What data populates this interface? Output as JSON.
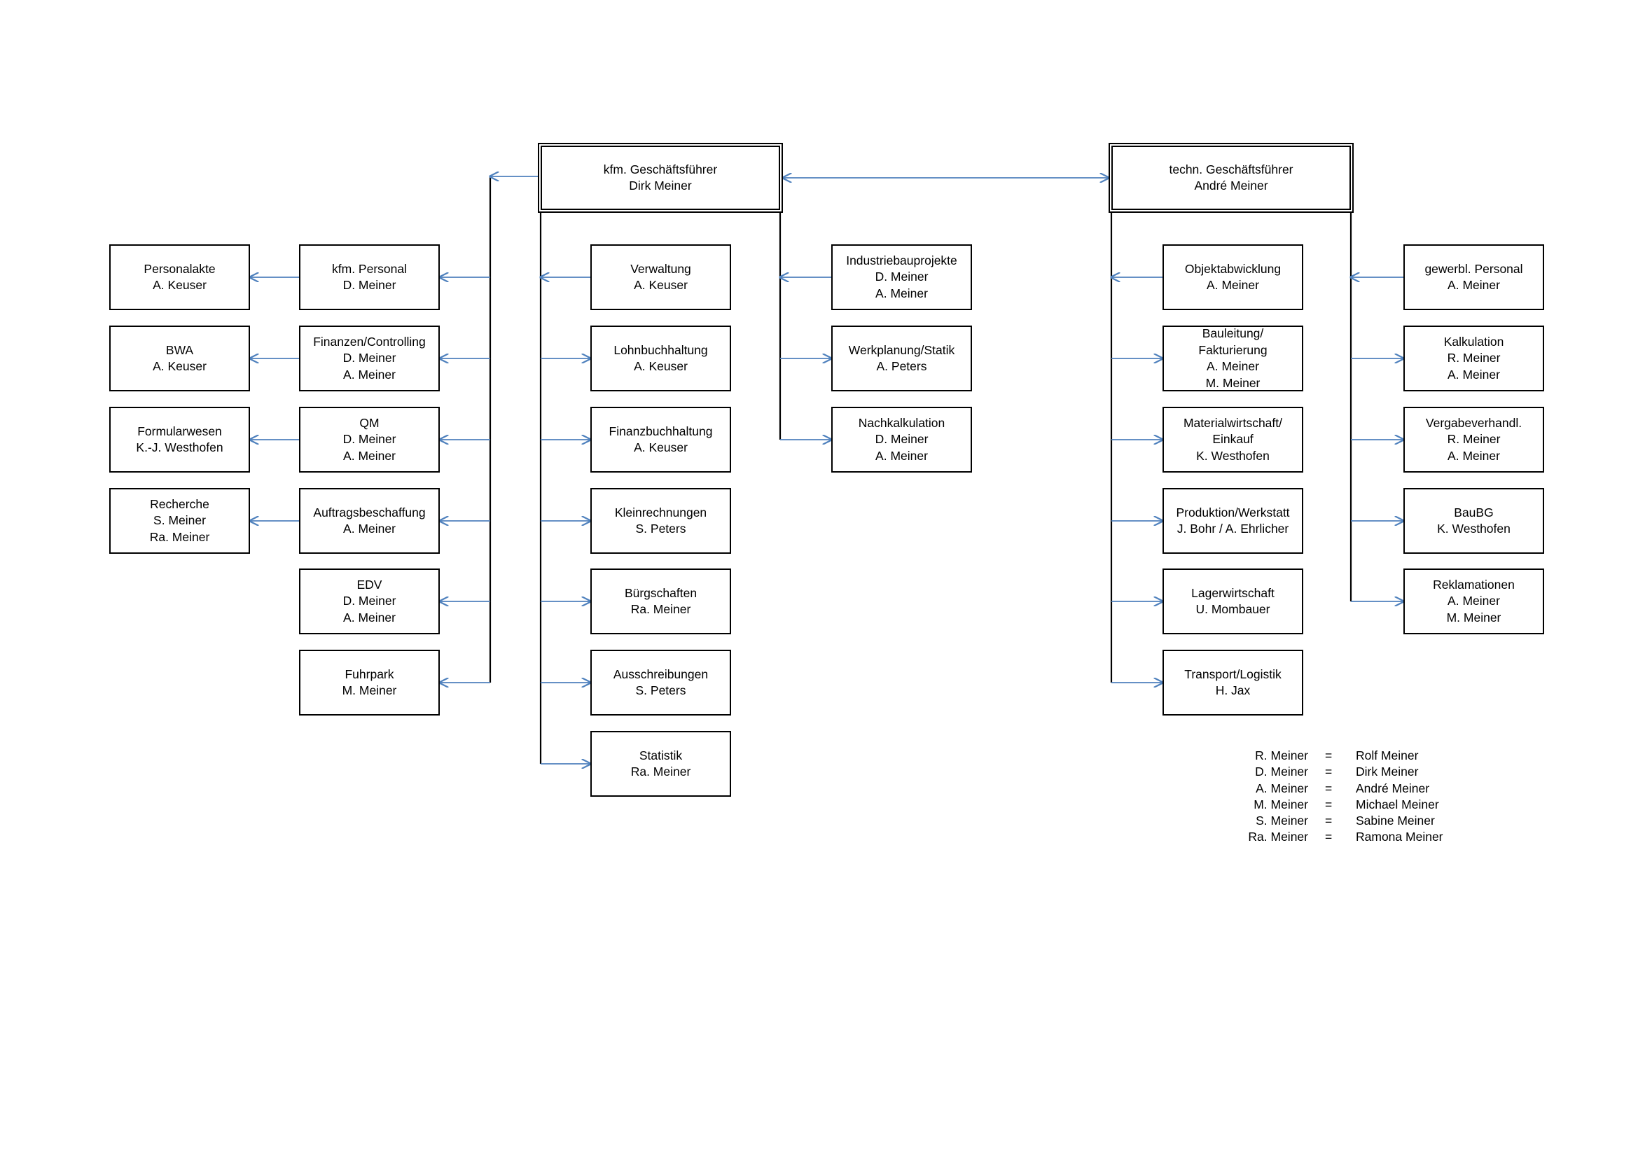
{
  "colors": {
    "arrow": "#4f81bd",
    "line": "#000000",
    "box_border": "#000000"
  },
  "chart_data": {
    "type": "org-chart",
    "executives": [
      {
        "id": "kfm",
        "title": "kfm. Geschäftsführer",
        "name": "Dirk Meiner"
      },
      {
        "id": "tech",
        "title": "techn. Geschäftsführer",
        "name": "André Meiner"
      }
    ],
    "nodes": [
      {
        "id": "personalakte",
        "parent": "kfm_personal",
        "lines": [
          "Personalakte",
          "A. Keuser"
        ]
      },
      {
        "id": "bwa",
        "parent": "finanzen",
        "lines": [
          "BWA",
          "A. Keuser"
        ]
      },
      {
        "id": "formularwesen",
        "parent": "qm",
        "lines": [
          "Formularwesen",
          "K.-J. Westhofen"
        ]
      },
      {
        "id": "recherche",
        "parent": "auftragsbeschaffung",
        "lines": [
          "Recherche",
          "S. Meiner",
          "Ra. Meiner"
        ]
      },
      {
        "id": "kfm_personal",
        "parent": "kfm",
        "lines": [
          "kfm. Personal",
          "D. Meiner"
        ]
      },
      {
        "id": "finanzen",
        "parent": "kfm",
        "lines": [
          "Finanzen/Controlling",
          "D. Meiner",
          "A. Meiner"
        ]
      },
      {
        "id": "qm",
        "parent": "kfm",
        "lines": [
          "QM",
          "D. Meiner",
          "A. Meiner"
        ]
      },
      {
        "id": "auftragsbeschaffung",
        "parent": "kfm",
        "lines": [
          "Auftragsbeschaffung",
          "A. Meiner"
        ]
      },
      {
        "id": "edv",
        "parent": "kfm",
        "lines": [
          "EDV",
          "D. Meiner",
          "A. Meiner"
        ]
      },
      {
        "id": "fuhrpark",
        "parent": "kfm",
        "lines": [
          "Fuhrpark",
          "M. Meiner"
        ]
      },
      {
        "id": "verwaltung",
        "parent": "kfm",
        "lines": [
          "Verwaltung",
          "A. Keuser"
        ]
      },
      {
        "id": "lohnbuchhaltung",
        "parent": "kfm",
        "lines": [
          "Lohnbuchhaltung",
          "A. Keuser"
        ]
      },
      {
        "id": "finanzbuchhaltung",
        "parent": "kfm",
        "lines": [
          "Finanzbuchhaltung",
          "A. Keuser"
        ]
      },
      {
        "id": "kleinrechnungen",
        "parent": "kfm",
        "lines": [
          "Kleinrechnungen",
          "S. Peters"
        ]
      },
      {
        "id": "buergschaften",
        "parent": "kfm",
        "lines": [
          "Bürgschaften",
          "Ra. Meiner"
        ]
      },
      {
        "id": "ausschreibungen",
        "parent": "kfm",
        "lines": [
          "Ausschreibungen",
          "S. Peters"
        ]
      },
      {
        "id": "statistik",
        "parent": "kfm",
        "lines": [
          "Statistik",
          "Ra. Meiner"
        ]
      },
      {
        "id": "industriebau",
        "parent": "kfm",
        "lines": [
          "Industriebauprojekte",
          "D. Meiner",
          "A. Meiner"
        ]
      },
      {
        "id": "werkplanung",
        "parent": "kfm",
        "lines": [
          "Werkplanung/Statik",
          "A. Peters"
        ]
      },
      {
        "id": "nachkalkulation",
        "parent": "kfm",
        "lines": [
          "Nachkalkulation",
          "D. Meiner",
          "A. Meiner"
        ]
      },
      {
        "id": "objektabwicklung",
        "parent": "tech",
        "lines": [
          "Objektabwicklung",
          "A. Meiner"
        ]
      },
      {
        "id": "bauleitung",
        "parent": "tech",
        "lines": [
          "Bauleitung/",
          "Fakturierung",
          "A. Meiner",
          "M. Meiner"
        ]
      },
      {
        "id": "materialwirtschaft",
        "parent": "tech",
        "lines": [
          "Materialwirtschaft/",
          "Einkauf",
          "K. Westhofen"
        ]
      },
      {
        "id": "produktion",
        "parent": "tech",
        "lines": [
          "Produktion/Werkstatt",
          "J. Bohr / A. Ehrlicher"
        ]
      },
      {
        "id": "lagerwirtschaft",
        "parent": "tech",
        "lines": [
          "Lagerwirtschaft",
          "U. Mombauer"
        ]
      },
      {
        "id": "transport",
        "parent": "tech",
        "lines": [
          "Transport/Logistik",
          "H. Jax"
        ]
      },
      {
        "id": "gewerbl_personal",
        "parent": "tech",
        "lines": [
          "gewerbl. Personal",
          "A. Meiner"
        ]
      },
      {
        "id": "kalkulation",
        "parent": "tech",
        "lines": [
          "Kalkulation",
          "R. Meiner",
          "A. Meiner"
        ]
      },
      {
        "id": "vergabe",
        "parent": "tech",
        "lines": [
          "Vergabeverhandl.",
          "R. Meiner",
          "A. Meiner"
        ]
      },
      {
        "id": "baubg",
        "parent": "tech",
        "lines": [
          "BauBG",
          "K. Westhofen"
        ]
      },
      {
        "id": "reklamationen",
        "parent": "tech",
        "lines": [
          "Reklamationen",
          "A. Meiner",
          "M. Meiner"
        ]
      }
    ],
    "legend": [
      {
        "abbr": "R. Meiner",
        "sep": "=",
        "full": "Rolf Meiner"
      },
      {
        "abbr": "D. Meiner",
        "sep": "=",
        "full": "Dirk Meiner"
      },
      {
        "abbr": "A. Meiner",
        "sep": "=",
        "full": "André Meiner"
      },
      {
        "abbr": "M. Meiner",
        "sep": "=",
        "full": "Michael Meiner"
      },
      {
        "abbr": "S. Meiner",
        "sep": "=",
        "full": "Sabine Meiner"
      },
      {
        "abbr": "Ra. Meiner",
        "sep": "=",
        "full": "Ramona Meiner"
      }
    ]
  }
}
